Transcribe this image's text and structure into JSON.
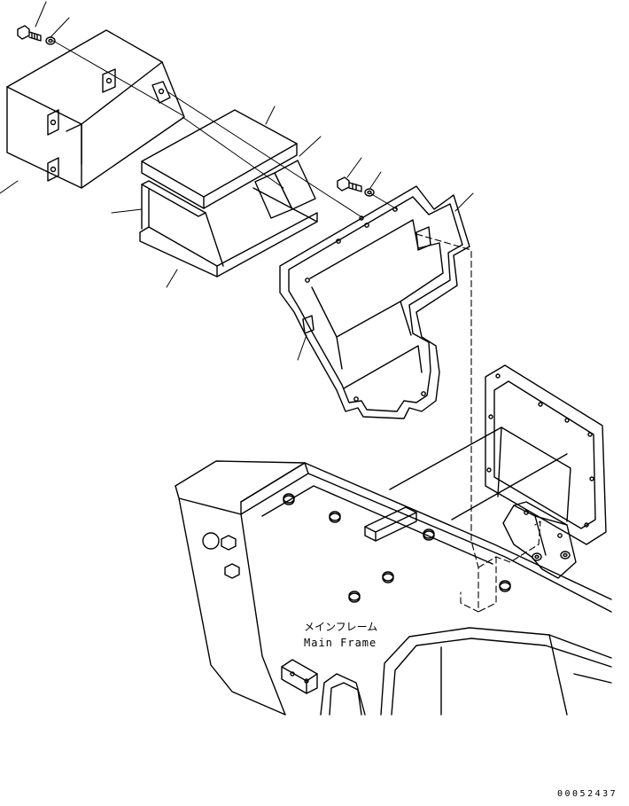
{
  "labels": {
    "part_name_jp": "メインフレーム",
    "part_name_en": "Main Frame",
    "drawing_code": "00052437"
  },
  "colors": {
    "line": "#000000",
    "background": "#ffffff"
  }
}
